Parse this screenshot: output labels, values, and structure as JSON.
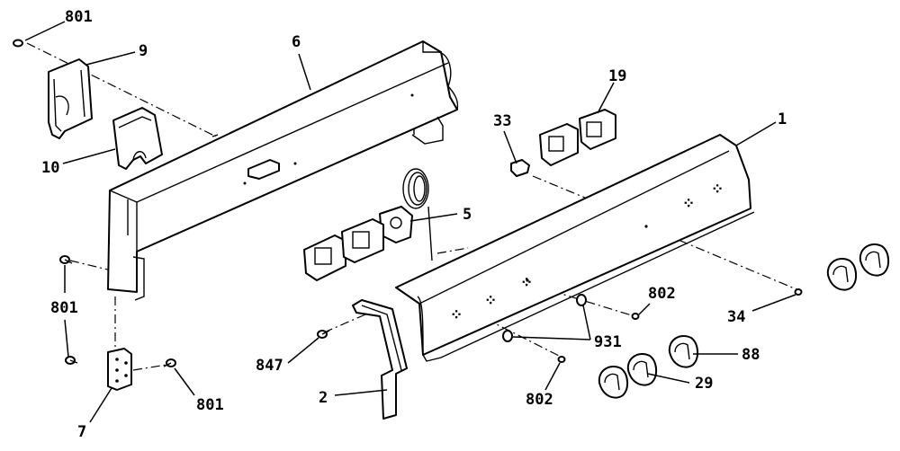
{
  "callouts": {
    "c801_top": "801",
    "c9": "9",
    "c6": "6",
    "c10": "10",
    "c801_left": "801",
    "c7": "7",
    "c801_bottom": "801",
    "c847": "847",
    "c2": "2",
    "c5": "5",
    "c33": "33",
    "c19": "19",
    "c1": "1",
    "c802_right": "802",
    "c931": "931",
    "c802_bottom": "802",
    "c29": "29",
    "c88": "88",
    "c34": "34"
  }
}
